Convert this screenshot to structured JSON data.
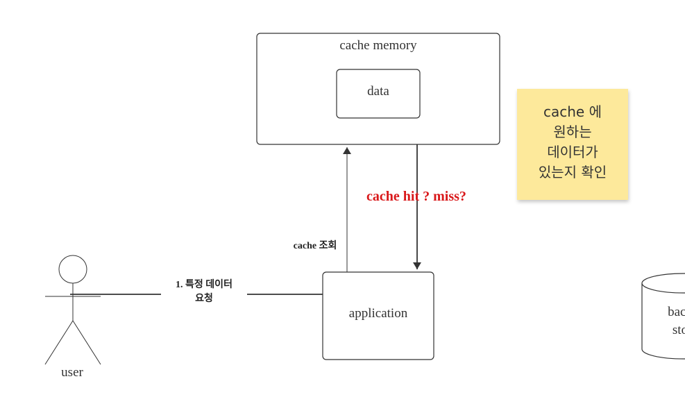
{
  "diagram": {
    "cache_memory_label": "cache memory",
    "data_label": "data",
    "application_label": "application",
    "user_label": "user",
    "hit_miss_label": "cache hit ? miss?",
    "lookup_label": "cache 조회",
    "request_label": "1. 특정 데이터\n요청",
    "sticky_note": "cache 에\n원하는\n데이터가\n있는지 확인",
    "backing_store_label": "back\nsto"
  },
  "colors": {
    "stroke": "#333333",
    "highlight_text": "#d9181a",
    "sticky_note": "#fde99b"
  }
}
